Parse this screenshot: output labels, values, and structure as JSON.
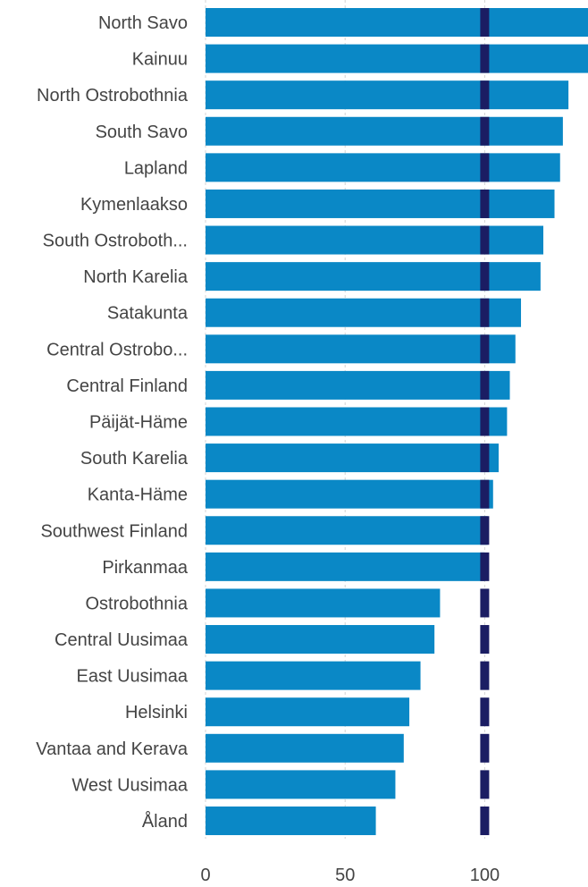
{
  "chart_data": {
    "type": "bar",
    "orientation": "horizontal",
    "categories": [
      "North Savo",
      "Kainuu",
      "North Ostrobothnia",
      "South Savo",
      "Lapland",
      "Kymenlaakso",
      "South Ostroboth...",
      "North Karelia",
      "Satakunta",
      "Central Ostrobo...",
      "Central Finland",
      "Päijät-Häme",
      "South Karelia",
      "Kanta-Häme",
      "Southwest Finland",
      "Pirkanmaa",
      "Ostrobothnia",
      "Central Uusimaa",
      "East Uusimaa",
      "Helsinki",
      "Vantaa and Kerava",
      "West Uusimaa",
      "Åland"
    ],
    "values": [
      140,
      138,
      130,
      128,
      127,
      125,
      121,
      120,
      113,
      111,
      109,
      108,
      105,
      103,
      101,
      100,
      84,
      82,
      77,
      73,
      71,
      68,
      61
    ],
    "reference_line": 100,
    "xlim": [
      0,
      137
    ],
    "xticks": [
      0,
      50,
      100
    ],
    "grid": true,
    "colors": {
      "bar": "#0a88c6",
      "reference": "#1b1d63",
      "grid": "#d4d4d4",
      "text": "#444444"
    }
  }
}
